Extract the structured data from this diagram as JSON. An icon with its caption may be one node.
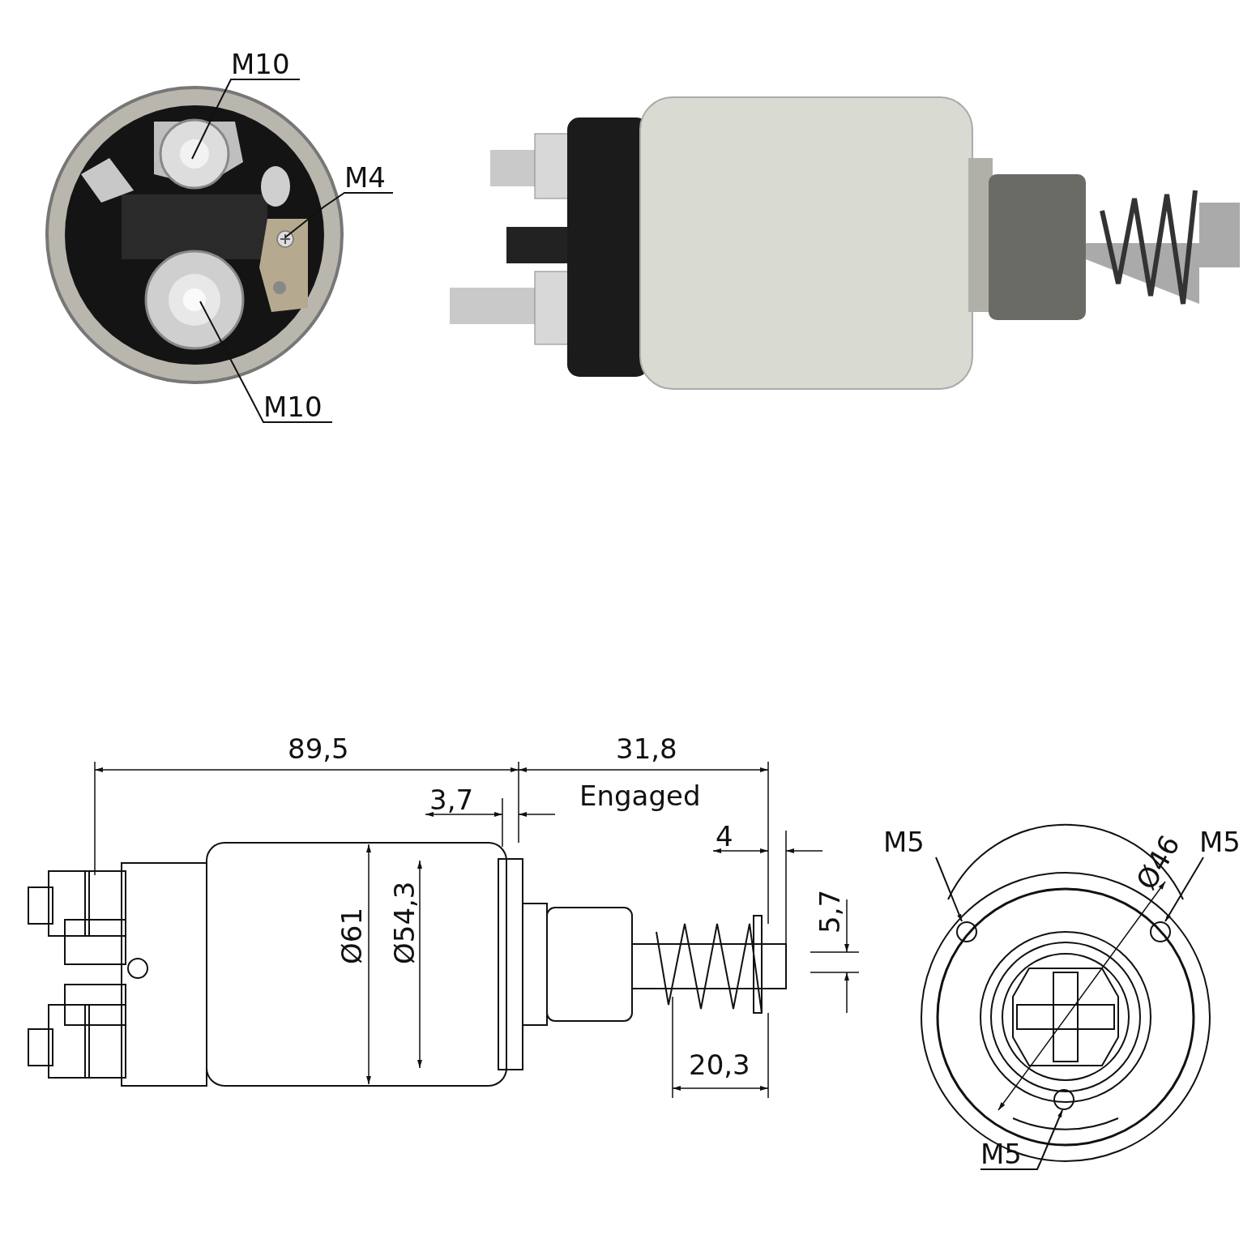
{
  "diagram": {
    "nodes": [
      {
        "text": [
          "M10"
        ]
      },
      {
        "text": [
          "M4"
        ]
      },
      {
        "text": [
          "M10"
        ]
      },
      {
        "text": [
          "M5"
        ]
      },
      {
        "text": [
          "M5"
        ]
      },
      {
        "text": [
          "M5"
        ]
      },
      {
        "text": [],
        "shape": "circle"
      },
      {
        "text": [],
        "shape": "circle"
      },
      {
        "text": [],
        "shape": "circle"
      },
      {
        "text": [],
        "shape": "circle"
      },
      {
        "text": [],
        "shape": "circle"
      },
      {
        "text": [],
        "shape": "circle"
      }
    ],
    "edges": [
      {
        "from": 0,
        "to": 6,
        "arrow": "none"
      },
      {
        "from": 1,
        "to": 7,
        "arrow": "none"
      },
      {
        "from": 2,
        "to": 8,
        "arrow": "none"
      },
      {
        "from": 3,
        "to": 9,
        "arrow": "to"
      },
      {
        "from": 4,
        "to": 10,
        "arrow": "to"
      },
      {
        "from": 5,
        "to": 11,
        "arrow": "to"
      }
    ],
    "labels": [
      "89,5",
      "31,8",
      "3,7",
      "Engaged",
      "4",
      "5,7",
      "Ø61",
      "Ø54,3",
      "20,3",
      "Ø46"
    ]
  }
}
